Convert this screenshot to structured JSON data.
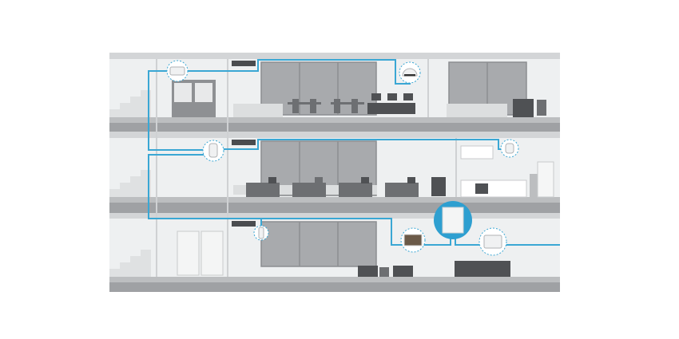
{
  "colors": {
    "background": "#ffffff",
    "wall": "#eef0f1",
    "band": "#d3d5d7",
    "slab_top": "#bcbec0",
    "slab": "#9fa1a4",
    "window": "#a8aaad",
    "furniture": "#6d6f72",
    "cable": "#3aa7d4",
    "hub": "#2e9fd0"
  },
  "devices": [
    {
      "name": "router",
      "floor": 3
    },
    {
      "name": "siren",
      "floor": 3
    },
    {
      "name": "motion-detector",
      "floor": 2
    },
    {
      "name": "smoke-sensor",
      "floor": 2
    },
    {
      "name": "door-sensor",
      "floor": 1
    },
    {
      "name": "video-panel",
      "floor": 1
    },
    {
      "name": "control-hub",
      "floor": 1
    },
    {
      "name": "alarm-keypad",
      "floor": 1
    }
  ]
}
